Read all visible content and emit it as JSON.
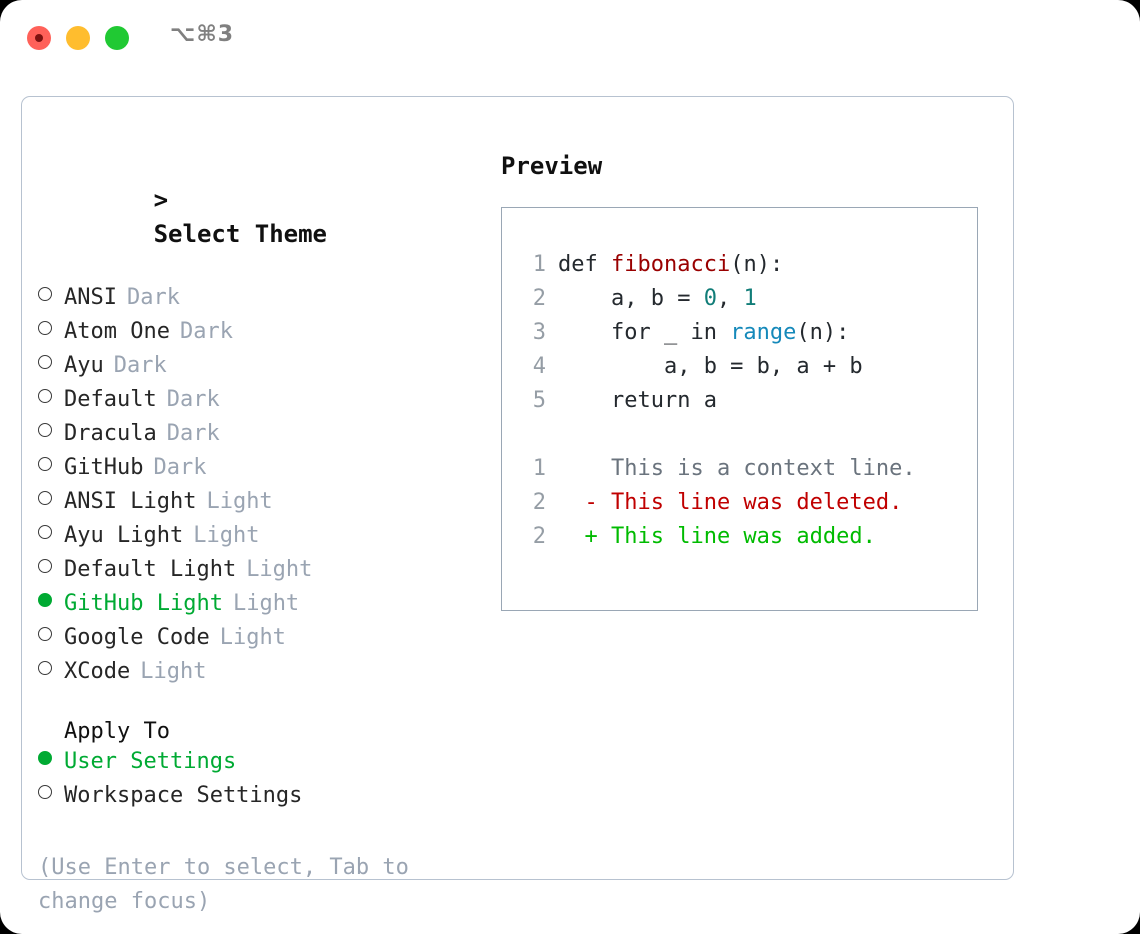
{
  "titlebar": {
    "traffic_lights": [
      "close-red",
      "minimize-yellow",
      "maximize-green"
    ],
    "shortcut": "⌥⌘3"
  },
  "colors": {
    "accent_green": "#00aa33",
    "muted": "#9aa4b2",
    "border": "#b7c2d0",
    "preview_border": "#9aa7b5",
    "diff_add": "#00bb00",
    "diff_del": "#c00000",
    "line_number": "#959da5"
  },
  "theme_picker": {
    "title": "Select Theme",
    "prompt": ">",
    "items": [
      {
        "label": "ANSI",
        "tag": "Dark",
        "selected": false
      },
      {
        "label": "Atom One",
        "tag": "Dark",
        "selected": false
      },
      {
        "label": "Ayu",
        "tag": "Dark",
        "selected": false
      },
      {
        "label": "Default",
        "tag": "Dark",
        "selected": false
      },
      {
        "label": "Dracula",
        "tag": "Dark",
        "selected": false
      },
      {
        "label": "GitHub",
        "tag": "Dark",
        "selected": false
      },
      {
        "label": "ANSI Light",
        "tag": "Light",
        "selected": false
      },
      {
        "label": "Ayu Light",
        "tag": "Light",
        "selected": false
      },
      {
        "label": "Default Light",
        "tag": "Light",
        "selected": false
      },
      {
        "label": "GitHub Light",
        "tag": "Light",
        "selected": true
      },
      {
        "label": "Google Code",
        "tag": "Light",
        "selected": false
      },
      {
        "label": "XCode",
        "tag": "Light",
        "selected": false
      }
    ]
  },
  "apply_to": {
    "title": "Apply To",
    "items": [
      {
        "label": "User Settings",
        "selected": true
      },
      {
        "label": "Workspace Settings",
        "selected": false
      }
    ]
  },
  "hint": "(Use Enter to select, Tab to change focus)",
  "preview": {
    "title": "Preview",
    "code_lines": [
      {
        "n": "1",
        "segments": [
          {
            "t": "def ",
            "c": "plain"
          },
          {
            "t": "fibonacci",
            "c": "tok-fn"
          },
          {
            "t": "(n):",
            "c": "plain"
          }
        ]
      },
      {
        "n": "2",
        "segments": [
          {
            "t": "    a, b = ",
            "c": "plain"
          },
          {
            "t": "0",
            "c": "tok-num"
          },
          {
            "t": ", ",
            "c": "plain"
          },
          {
            "t": "1",
            "c": "tok-num"
          }
        ]
      },
      {
        "n": "3",
        "segments": [
          {
            "t": "    for _ in ",
            "c": "plain"
          },
          {
            "t": "range",
            "c": "tok-call"
          },
          {
            "t": "(n):",
            "c": "plain"
          }
        ]
      },
      {
        "n": "4",
        "segments": [
          {
            "t": "        a, b = b, a + b",
            "c": "plain"
          }
        ]
      },
      {
        "n": "5",
        "segments": [
          {
            "t": "    return a",
            "c": "plain"
          }
        ]
      }
    ],
    "diff_lines": [
      {
        "n": "1",
        "marker": " ",
        "text": "This is a context line.",
        "kind": "diff-ctx"
      },
      {
        "n": "2",
        "marker": "-",
        "text": "This line was deleted.",
        "kind": "diff-del"
      },
      {
        "n": "2",
        "marker": "+",
        "text": "This line was added.",
        "kind": "diff-add"
      }
    ]
  }
}
